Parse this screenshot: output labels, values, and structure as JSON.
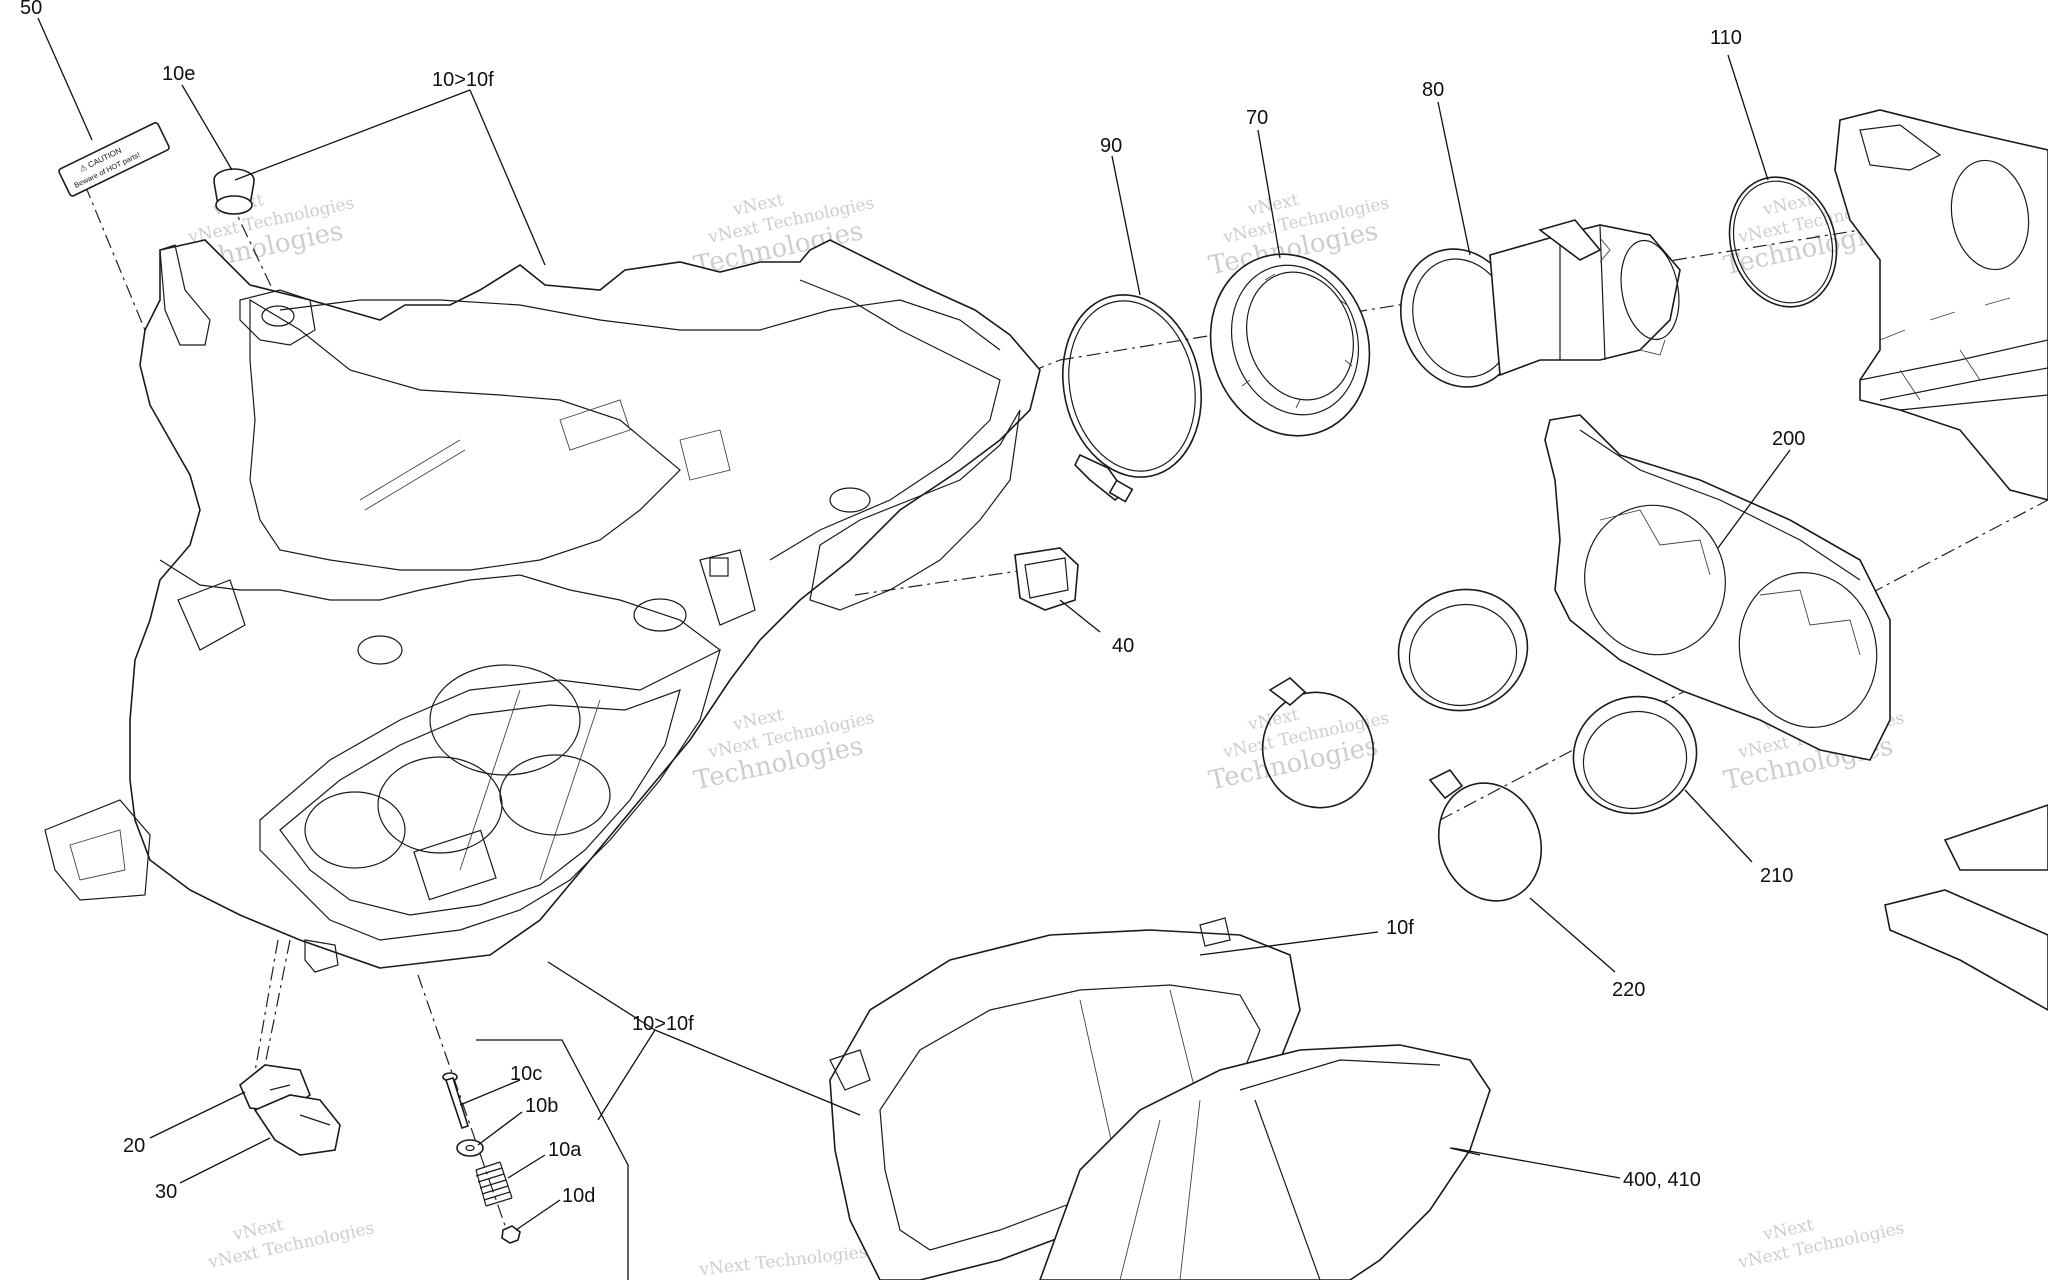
{
  "callouts": {
    "c50": "50",
    "c10e": "10e",
    "c10to10f_top": "10>10f",
    "c90": "90",
    "c70": "70",
    "c80": "80",
    "c110": "110",
    "c200": "200",
    "c40": "40",
    "c210": "210",
    "c220": "220",
    "c10f": "10f",
    "c10to10f_bottom": "10>10f",
    "c10c": "10c",
    "c10b": "10b",
    "c10a": "10a",
    "c10d": "10d",
    "c20": "20",
    "c30": "30",
    "c400_410": "400, 410"
  },
  "label_50": {
    "line1": "⚠ CAUTION",
    "line2": "Beware of HOT parts!"
  },
  "watermark": {
    "line1": "vNext",
    "line2": "vNext Technologies",
    "line3": "Technologies"
  },
  "colors": {
    "line": "#1a1a1a",
    "watermark": "#bdbdbd",
    "background": "#ffffff"
  }
}
